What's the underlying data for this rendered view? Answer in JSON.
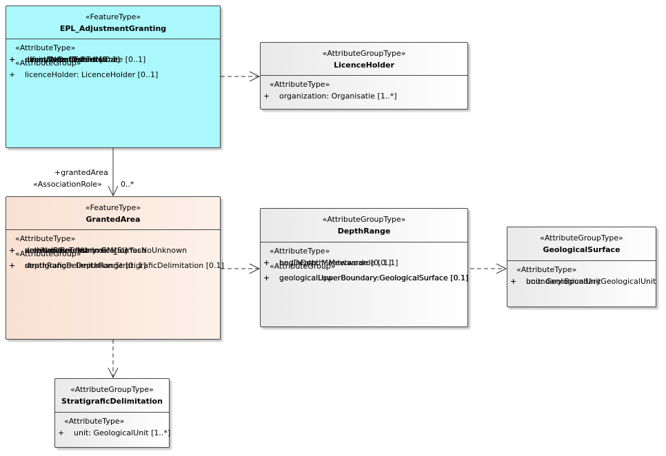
{
  "classes": {
    "epl": {
      "stereotype": "«FeatureType»",
      "name": "EPL_AdjustmentGranting",
      "sections": [
        {
          "stereotype": "«AttributeType»",
          "attributes": [
            {
              "vis": "+",
              "text": "eventDate: Datum"
            },
            {
              "vis": "+",
              "text": "eventName: EventName"
            },
            {
              "vis": "+",
              "text": "decreeNumber: Tekst"
            },
            {
              "vis": "+",
              "text": "effectiveDate: PartialDate [0..1]"
            },
            {
              "vis": "+",
              "text": "expiryDate: Datum [0..1]"
            }
          ]
        },
        {
          "stereotype": "«AttributeGroup»",
          "attributes": [
            {
              "vis": "+",
              "text": "licenceHolder: LicenceHolder [0..1]"
            }
          ]
        }
      ]
    },
    "licence": {
      "stereotype": "«AttributeGroupType»",
      "name": "LicenceHolder",
      "sections": [
        {
          "stereotype": "«AttributeType»",
          "attributes": [
            {
              "vis": "+",
              "text": "organization: Organisatie [1..*]"
            }
          ]
        }
      ]
    },
    "granted": {
      "stereotype": "«FeatureType»",
      "name": "GrantedArea",
      "sections": [
        {
          "stereotype": "«AttributeType»",
          "attributes": [
            {
              "vis": "+",
              "text": "areaNumber: Nummer {id}"
            },
            {
              "vis": "+",
              "text": "areaName: Tekst"
            },
            {
              "vis": "+",
              "text": "deliveredBoundary: GM_Surface"
            },
            {
              "vis": "+",
              "text": "verticalBounded: IndicationYesNoUnknown"
            }
          ]
        },
        {
          "stereotype": "«AttributeGroup»",
          "attributes": [
            {
              "vis": "+",
              "text": "depthRange: DepthRange [0..1]"
            },
            {
              "vis": "+",
              "text": "stratigraficDelimitation:StratigraficDelimitation [0.1]"
            }
          ]
        }
      ]
    },
    "depth": {
      "stereotype": "«AttributeGroupType»",
      "name": "DepthRange",
      "sections": [
        {
          "stereotype": "«AttributeType»",
          "attributes": [
            {
              "vis": "+",
              "text": "beginDepth: Meetwaarde [0..1]"
            },
            {
              "vis": "+",
              "text": "endDepth: Meetwaarde [0..1]"
            }
          ]
        },
        {
          "stereotype": "«AttributeGroup»",
          "attributes": [
            {
              "vis": "+",
              "text": "geologicalUpperBoundary:GeologicalSurface [0.1]"
            },
            {
              "vis": "+",
              "text": "geologicalLowerBoundary:GeologicalSurface [0.1]"
            }
          ]
        }
      ]
    },
    "geosurf": {
      "stereotype": "«AttributeGroupType»",
      "name": "GeologicalSurface",
      "sections": [
        {
          "stereotype": "«AttributeType»",
          "attributes": [
            {
              "vis": "+",
              "text": "unit: GeologicalUnit"
            },
            {
              "vis": "+",
              "text": "boundary:BoundaryGeologicalUnit"
            }
          ]
        }
      ]
    },
    "strat": {
      "stereotype": "«AttributeGroupType»",
      "name": "StratigraficDelimitation",
      "sections": [
        {
          "stereotype": "«AttributeType»",
          "attributes": [
            {
              "vis": "+",
              "text": "unit: GeologicalUnit [1..*]"
            }
          ]
        }
      ]
    }
  },
  "association": {
    "role": "+grantedArea",
    "stereotype": "«AssociationRole»",
    "multiplicity": "0..*"
  },
  "colors": {
    "featureTypeCyan": "#aaf8fb",
    "featureTypeOrange": "#f9e1d2",
    "groupType": "#e9e9e9",
    "line": "#333333"
  }
}
